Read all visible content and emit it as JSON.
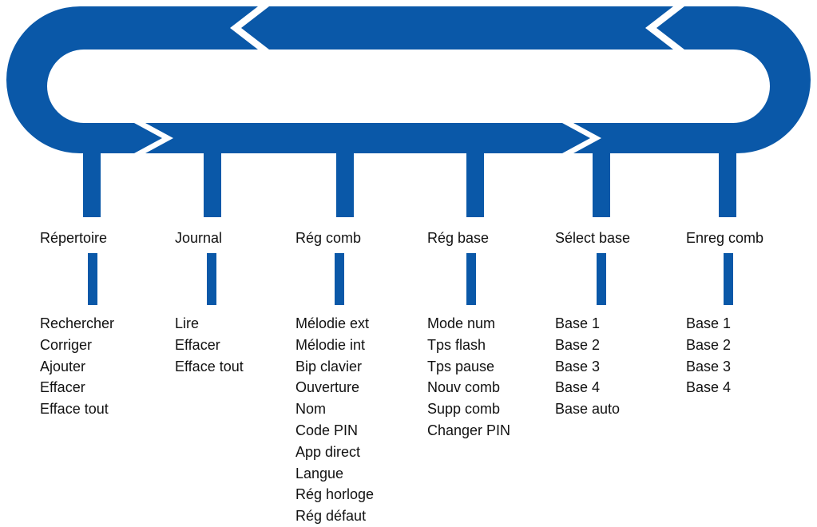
{
  "colors": {
    "accent": "#0a58a8"
  },
  "columns": [
    {
      "title": "Répertoire",
      "items": [
        "Rechercher",
        "Corriger",
        "Ajouter",
        "Effacer",
        "Efface tout"
      ]
    },
    {
      "title": "Journal",
      "items": [
        "Lire",
        "Effacer",
        "Efface tout"
      ]
    },
    {
      "title": "Rég comb",
      "items": [
        "Mélodie ext",
        "Mélodie int",
        "Bip clavier",
        "Ouverture",
        "Nom",
        "Code PIN",
        "App direct",
        "Langue",
        "Rég horloge",
        "Rég défaut"
      ]
    },
    {
      "title": "Rég base",
      "items": [
        "Mode num",
        "Tps flash",
        "Tps pause",
        "Nouv comb",
        "Supp comb",
        "Changer PIN"
      ]
    },
    {
      "title": "Sélect base",
      "items": [
        "Base 1",
        "Base 2",
        "Base 3",
        "Base 4",
        "Base auto"
      ]
    },
    {
      "title": "Enreg comb",
      "items": [
        "Base 1",
        "Base 2",
        "Base 3",
        "Base 4"
      ]
    }
  ]
}
